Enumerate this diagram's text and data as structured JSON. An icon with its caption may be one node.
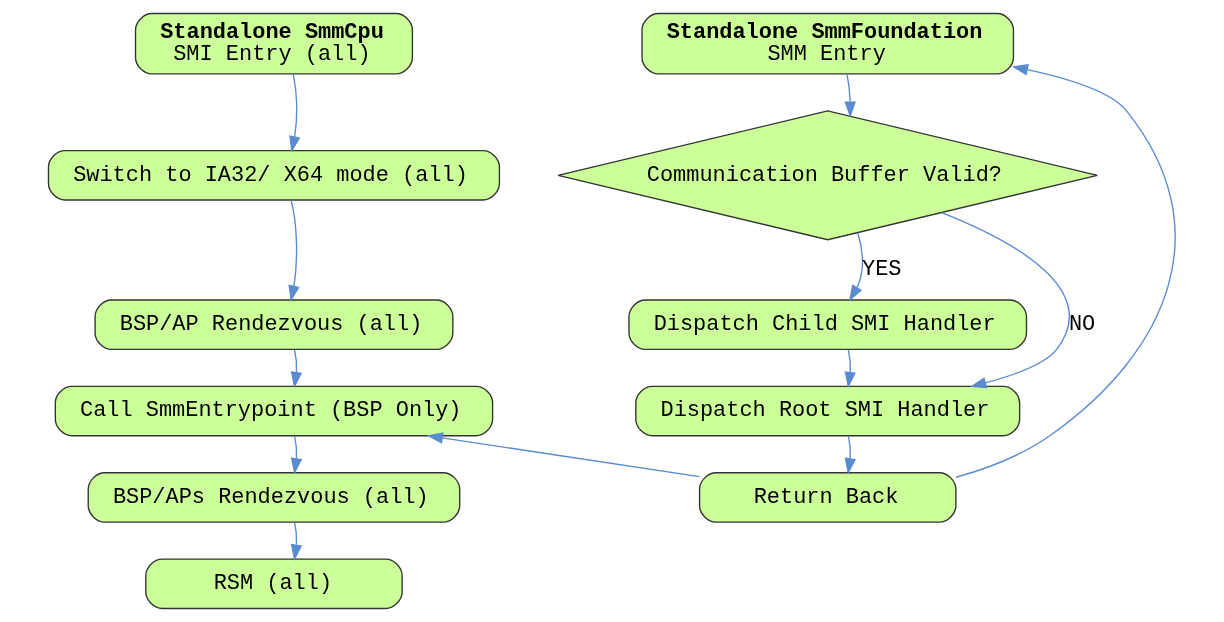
{
  "diagram": {
    "nodes": [
      {
        "text": [
          "Standalone SmmCpu",
          "SMI Entry (all)"
        ]
      },
      {
        "text": [
          "Switch to IA32/ X64 mode (all)"
        ]
      },
      {
        "text": [
          "BSP/AP Rendezvous (all)"
        ]
      },
      {
        "text": [
          "Call SmmEntrypoint (BSP Only)"
        ]
      },
      {
        "text": [
          "BSP/APs Rendezvous (all)"
        ]
      },
      {
        "text": [
          "RSM (all)"
        ]
      },
      {
        "text": [
          "Standalone SmmFoundation",
          "SMM Entry"
        ]
      },
      {
        "text": [
          "Communication Buffer Valid?"
        ]
      },
      {
        "text": [
          "Dispatch Child SMI Handler"
        ]
      },
      {
        "text": [
          "Dispatch Root SMI Handler"
        ]
      },
      {
        "text": [
          "Return Back"
        ]
      }
    ],
    "edges": [
      {
        "from": 0,
        "to": 1,
        "arrow": "to"
      },
      {
        "from": 1,
        "to": 2,
        "arrow": "to"
      },
      {
        "from": 2,
        "to": 3,
        "arrow": "to"
      },
      {
        "from": 3,
        "to": 4,
        "arrow": "to"
      },
      {
        "from": 4,
        "to": 5,
        "arrow": "to"
      },
      {
        "from": 10,
        "to": 6,
        "arrow": "to"
      },
      {
        "from": 10,
        "to": 3,
        "arrow": "to"
      },
      {
        "from": 6,
        "to": 7,
        "arrow": "to"
      },
      {
        "from": 7,
        "to": 8,
        "arrow": "to",
        "label": "YES"
      },
      {
        "from": 7,
        "to": 9,
        "arrow": "to",
        "label": "NO"
      },
      {
        "from": 8,
        "to": 9,
        "arrow": "to"
      },
      {
        "from": 9,
        "to": 10,
        "arrow": "to"
      }
    ]
  }
}
